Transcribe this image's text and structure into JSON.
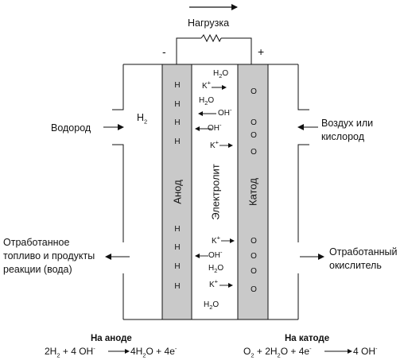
{
  "load": {
    "label": "Нагрузка",
    "minus": "-",
    "plus": "+"
  },
  "inputs": {
    "left_in": "Водород",
    "left_gas": "H",
    "left_gas_sub": "2",
    "right_in_line1": "Воздух или",
    "right_in_line2": "кислород"
  },
  "outputs": {
    "left_line1": "Отработанное",
    "left_line2": "топливо и продукты",
    "left_line3": "реакции (вода)",
    "right_line1": "Отработанный",
    "right_line2": "окислитель"
  },
  "layers": {
    "anode": "Анод",
    "electrolyte": "Электролит",
    "cathode": "Катод"
  },
  "anode_symbol": "H",
  "cathode_symbol": "O",
  "ions": {
    "water": "H",
    "water_sub": "2",
    "water_o": "O",
    "k": "K",
    "k_sup": "+",
    "oh": "OH",
    "oh_sup": "-"
  },
  "reactions": {
    "anode_title": "На аноде",
    "cathode_title": "На катоде",
    "anode_eq": {
      "a": "2H",
      "a_sub": "2",
      "b": " + 4 OH",
      "b_sup": "-",
      "c": "4H",
      "c_sub": "2",
      "d": "O + 4e",
      "d_sup": "-"
    },
    "cathode_eq": {
      "a": "O",
      "a_sub": "2",
      "b": " + 2H",
      "b_sub": "2",
      "c": "O + 4e",
      "c_sup": "-",
      "d": "4 OH",
      "d_sup": "-"
    }
  }
}
